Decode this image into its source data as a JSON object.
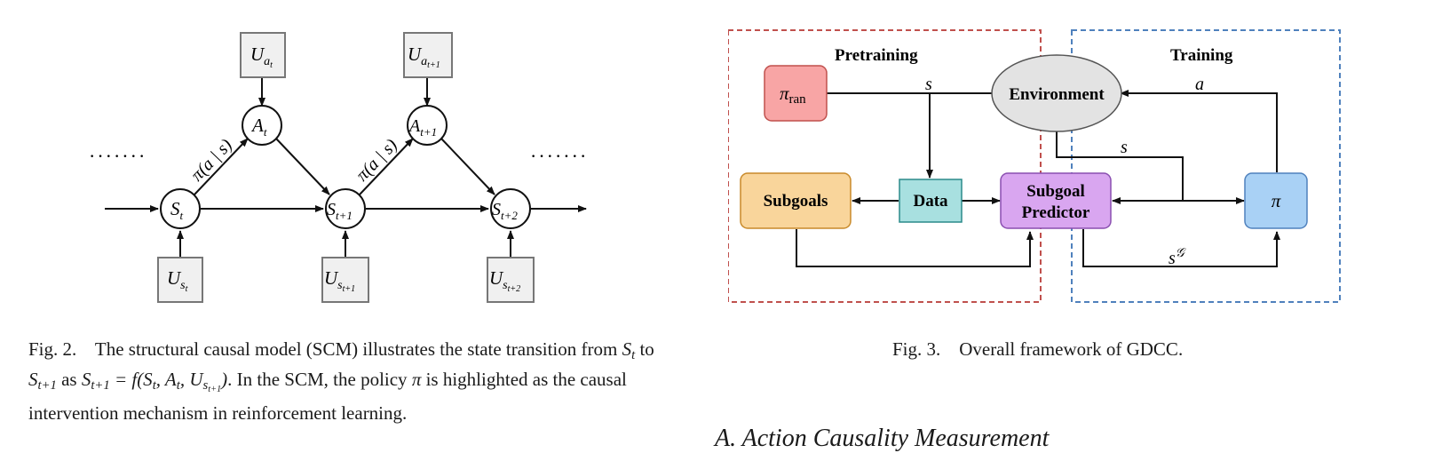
{
  "fig2": {
    "dots": "·······",
    "edge_label": "π(a | s)",
    "nodes": {
      "u_at": {
        "main": "U",
        "sub": "a",
        "subsub": "t"
      },
      "u_at1": {
        "main": "U",
        "sub": "a",
        "subsub": "t+1"
      },
      "a_t": {
        "main": "A",
        "sub": "t"
      },
      "a_t1": {
        "main": "A",
        "sub": "t+1"
      },
      "s_t": {
        "main": "S",
        "sub": "t"
      },
      "s_t1": {
        "main": "S",
        "sub": "t+1"
      },
      "s_t2": {
        "main": "S",
        "sub": "t+2"
      },
      "u_st": {
        "main": "U",
        "sub": "s",
        "subsub": "t"
      },
      "u_st1": {
        "main": "U",
        "sub": "s",
        "subsub": "t+1"
      },
      "u_st2": {
        "main": "U",
        "sub": "s",
        "subsub": "t+2"
      }
    },
    "caption": {
      "label": "Fig. 2.",
      "t1": "The structural causal model (SCM) illustrates the state transition from",
      "t2": "to",
      "t3": "as",
      "t4": ". In the SCM, the policy",
      "t5": "is highlighted as the causal intervention mechanism in reinforcement learning.",
      "m_st": "S",
      "m_st_sub": "t",
      "m_st1": "S",
      "m_st1_sub": "t+1",
      "formula_lhs": "S",
      "formula_lhs_sub": "t+1",
      "formula_eq": " = f(S",
      "formula_a": ", A",
      "formula_u": ", U",
      "formula_u_sub": "s",
      "formula_u_subsub": "t+1",
      "formula_end": ")",
      "pi": "π"
    }
  },
  "fig3": {
    "pretraining": "Pretraining",
    "training": "Training",
    "pi_ran": "π",
    "pi_ran_sub": "ran",
    "environment": "Environment",
    "subgoals": "Subgoals",
    "data": "Data",
    "subgoal_predictor_1": "Subgoal",
    "subgoal_predictor_2": "Predictor",
    "pi": "π",
    "label_s1": "s",
    "label_s2": "s",
    "label_a": "a",
    "label_sg": "s",
    "label_sg_sup": "𝒢",
    "caption": "Fig. 3.    Overall framework of GDCC."
  },
  "section_heading": "A. Action Causality Measurement",
  "colors": {
    "pretrain_border": "#c0504d",
    "train_border": "#4f81bd",
    "pi_ran_fill": "#f8a5a5",
    "subgoals_fill": "#f9d59b",
    "data_fill": "#a8e0e0",
    "predictor_fill": "#d9a6f0",
    "pi_fill": "#a9d1f5",
    "env_fill": "#e3e3e3"
  }
}
